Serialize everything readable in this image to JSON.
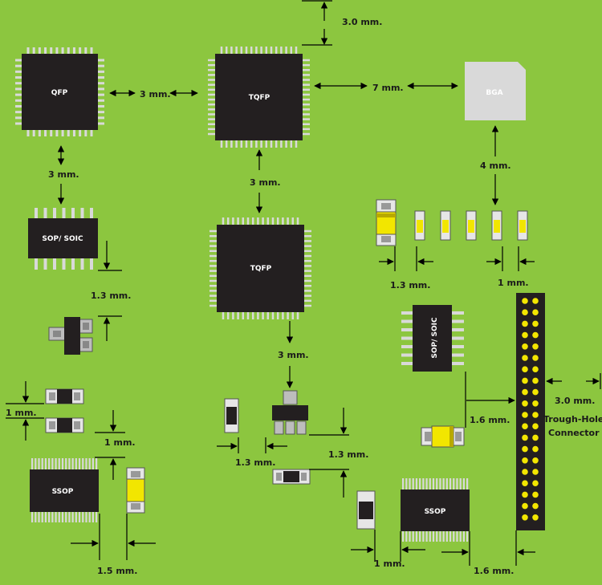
{
  "colors": {
    "background": "#8cc63f",
    "chip": "#231f20",
    "pin": "#d9d9d9",
    "pad": "#f2e600",
    "dim": "#000000"
  },
  "chips": {
    "qfp": "QFP",
    "tqfp_top": "TQFP",
    "tqfp_mid": "TQFP",
    "bga": "BGA",
    "sop_left": "SOP/ SOIC",
    "sop_right": "SOP/ SOIC",
    "ssop_left": "SSOP",
    "ssop_right": "SSOP"
  },
  "dims": {
    "top_3_0": "3.0 mm.",
    "qfp_tqfp": "3 mm.",
    "tqfp_bga": "7 mm.",
    "qfp_sop": "3 mm.",
    "tqfp_tqfp": "3 mm.",
    "bga_pads": "4 mm.",
    "pads_1_3": "1.3 mm.",
    "pads_1": "1 mm.",
    "sop_1_3": "1.3 mm.",
    "left_1": "1 mm.",
    "left_1b": "1 mm.",
    "tqfp_sot": "3 mm.",
    "sot_1_3a": "1.3 mm.",
    "sot_1_3b": "1.3 mm.",
    "ssop_1_5": "1.5 mm.",
    "sop_conn": "1.6 mm.",
    "conn_3_0": "3.0 mm.",
    "ssop_1": "1 mm.",
    "ssop_1_6": "1.6 mm."
  },
  "connector_label_line1": "Trough-Hole",
  "connector_label_line2": "Connector"
}
